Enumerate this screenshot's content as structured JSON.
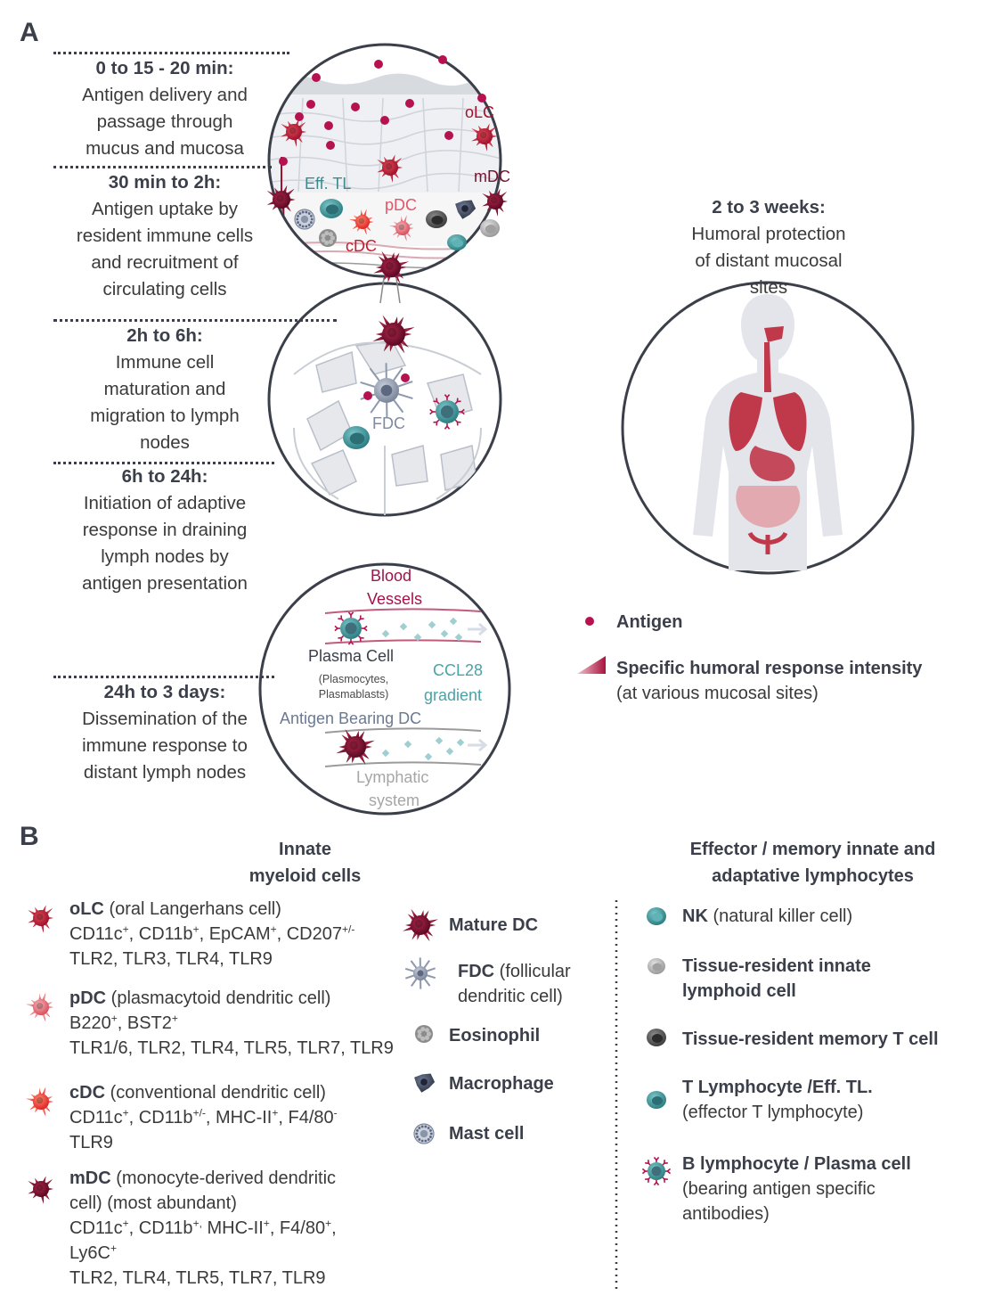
{
  "panel_a": {
    "letter": "A",
    "timeline": [
      {
        "time": "0 to 15 - 20 min:",
        "l1": "Antigen delivery and",
        "l2": "passage through",
        "l3": "mucus and mucosa",
        "l4": ""
      },
      {
        "time": "30 min to 2h:",
        "l1": "Antigen uptake by",
        "l2": "resident immune cells",
        "l3": "and recruitment of",
        "l4": "circulating cells"
      },
      {
        "time": "2h to 6h:",
        "l1": "Immune cell",
        "l2": "maturation and",
        "l3": "migration to lymph",
        "l4": "nodes"
      },
      {
        "time": "6h to 24h:",
        "l1": "Initiation of adaptive",
        "l2": "response in draining",
        "l3": "lymph nodes by",
        "l4": "antigen presentation"
      },
      {
        "time": "24h to 3 days:",
        "l1": "Dissemination of the",
        "l2": "immune response to",
        "l3": "distant lymph nodes",
        "l4": ""
      }
    ],
    "circle1_labels": {
      "olc": "oLC",
      "mdc": "mDC",
      "eff_tl": "Eff. TL",
      "pdc": "pDC",
      "cdc": "cDC"
    },
    "circle2_labels": {
      "fdc": "FDC"
    },
    "circle3_labels": {
      "blood1": "Blood",
      "blood2": "Vessels",
      "plasma": "Plasma Cell",
      "plasma_sub1": "(Plasmocytes,",
      "plasma_sub2": "Plasmablasts)",
      "ccl1": "CCL28",
      "ccl2": "gradient",
      "adc": "Antigen Bearing DC",
      "lymph1": "Lymphatic",
      "lymph2": "system"
    },
    "weeks": {
      "time": "2 to 3 weeks:",
      "l1": "Humoral protection",
      "l2": "of distant mucosal",
      "l3": "sites"
    },
    "legend": {
      "antigen": "Antigen",
      "response_title": "Specific humoral response intensity",
      "response_sub": "(at various mucosal sites)"
    },
    "colors": {
      "antigen": "#b5124f",
      "dark": "#3b3f4a",
      "teal": "#4aa3a8",
      "organ": "#c0394b"
    }
  },
  "panel_b": {
    "letter": "B",
    "header_innate_1": "Innate",
    "header_innate_2": "myeloid cells",
    "header_eff_1": "Effector / memory innate and",
    "header_eff_2": "adaptative lymphocytes",
    "myeloid": {
      "olc": {
        "name": "oLC",
        "desc": " (oral Langerhans cell)",
        "m1": "CD11c",
        "s1": "+",
        "m2": ", CD11b",
        "s2": "+",
        "m3": ", EpCAM",
        "s3": "+",
        "m4": ", CD207",
        "s4": "+/-",
        "tlr": "TLR2, TLR3, TLR4, TLR9"
      },
      "pdc": {
        "name": "pDC",
        "desc": " (plasmacytoid dendritic cell)",
        "m1": "B220",
        "s1": "+",
        "m2": ", BST2",
        "s2": "+",
        "tlr": "TLR1/6, TLR2, TLR4, TLR5, TLR7, TLR9"
      },
      "cdc": {
        "name": "cDC",
        "desc": " (conventional dendritic cell)",
        "m1": "CD11c",
        "s1": "+",
        "m2": ", CD11b",
        "s2": "+/-",
        "m3": ", MHC-II",
        "s3": "+",
        "m4": ", F4/80",
        "s4": "-",
        "tlr": "TLR9"
      },
      "mdc": {
        "name": "mDC",
        "desc": " (monocyte-derived dendritic",
        "desc2": "cell) (most abundant)",
        "m1": "CD11c",
        "s1": "+",
        "m2": ", CD11b",
        "s2": "+,",
        "m3": " MHC-II",
        "s3": "+",
        "m4": ", F4/80",
        "s4": "+",
        "m5": ",",
        "m6": "Ly6C",
        "s6": "+",
        "tlr": "TLR2, TLR4, TLR5, TLR7, TLR9"
      }
    },
    "other_cells": {
      "mature_dc": "Mature DC",
      "fdc_name": "FDC",
      "fdc_desc1": " (follicular",
      "fdc_desc2": "dendritic cell)",
      "eosinophil": "Eosinophil",
      "macrophage": "Macrophage",
      "mast": "Mast cell"
    },
    "lymphocytes": {
      "nk_name": "NK",
      "nk_desc": " (natural killer cell)",
      "ilc1": "Tissue-resident innate",
      "ilc2": "lymphoid cell",
      "trm": "Tissue-resident memory T cell",
      "tl_name": "T Lymphocyte /Eff. TL.",
      "tl_desc": "(effector T lymphocyte)",
      "bl_name": "B lymphocyte / Plasma cell",
      "bl_desc1": "(bearing antigen specific",
      "bl_desc2": "antibodies)"
    }
  }
}
